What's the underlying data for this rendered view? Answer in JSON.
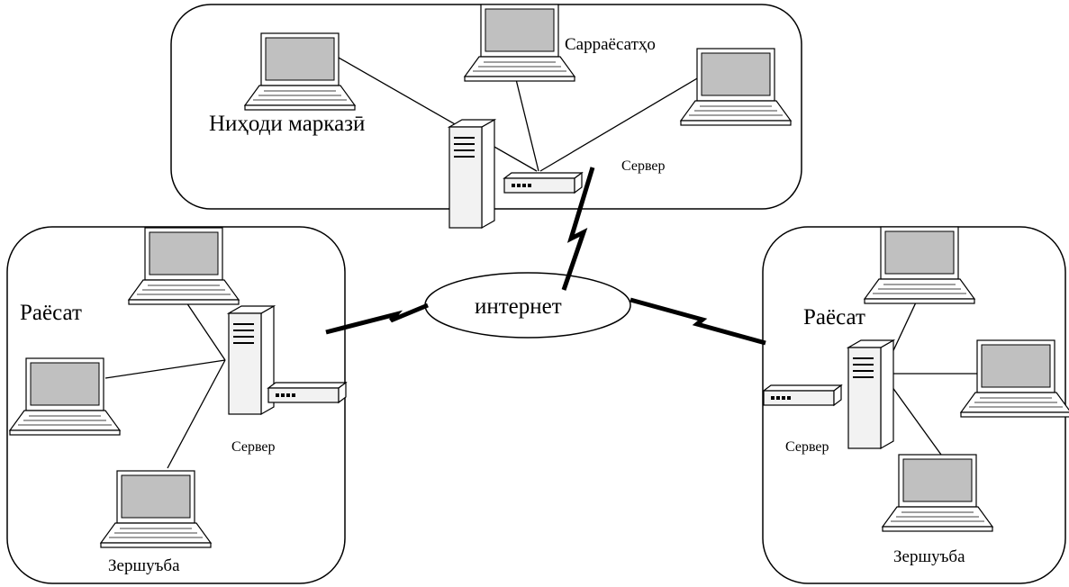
{
  "labels": {
    "headquarters": "Ниҳоди марказӣ",
    "branches": "Сарраёсатҳо",
    "hq_server": "Сервер",
    "internet": "интернет",
    "left_region": "Раёсат",
    "left_server": "Сервер",
    "left_department": "Зершуъба",
    "right_region": "Раёсат",
    "right_server": "Сервер",
    "right_department": "Зершуъба"
  },
  "icons": {
    "laptop": "laptop-icon",
    "server": "server-tower-icon",
    "switch": "network-switch-icon",
    "cloud": "internet-cloud-icon",
    "link": "lightning-link-icon"
  },
  "colors": {
    "stroke": "#000000",
    "screen": "#c0c0c0",
    "device": "#f2f2f2",
    "background": "#ffffff"
  }
}
